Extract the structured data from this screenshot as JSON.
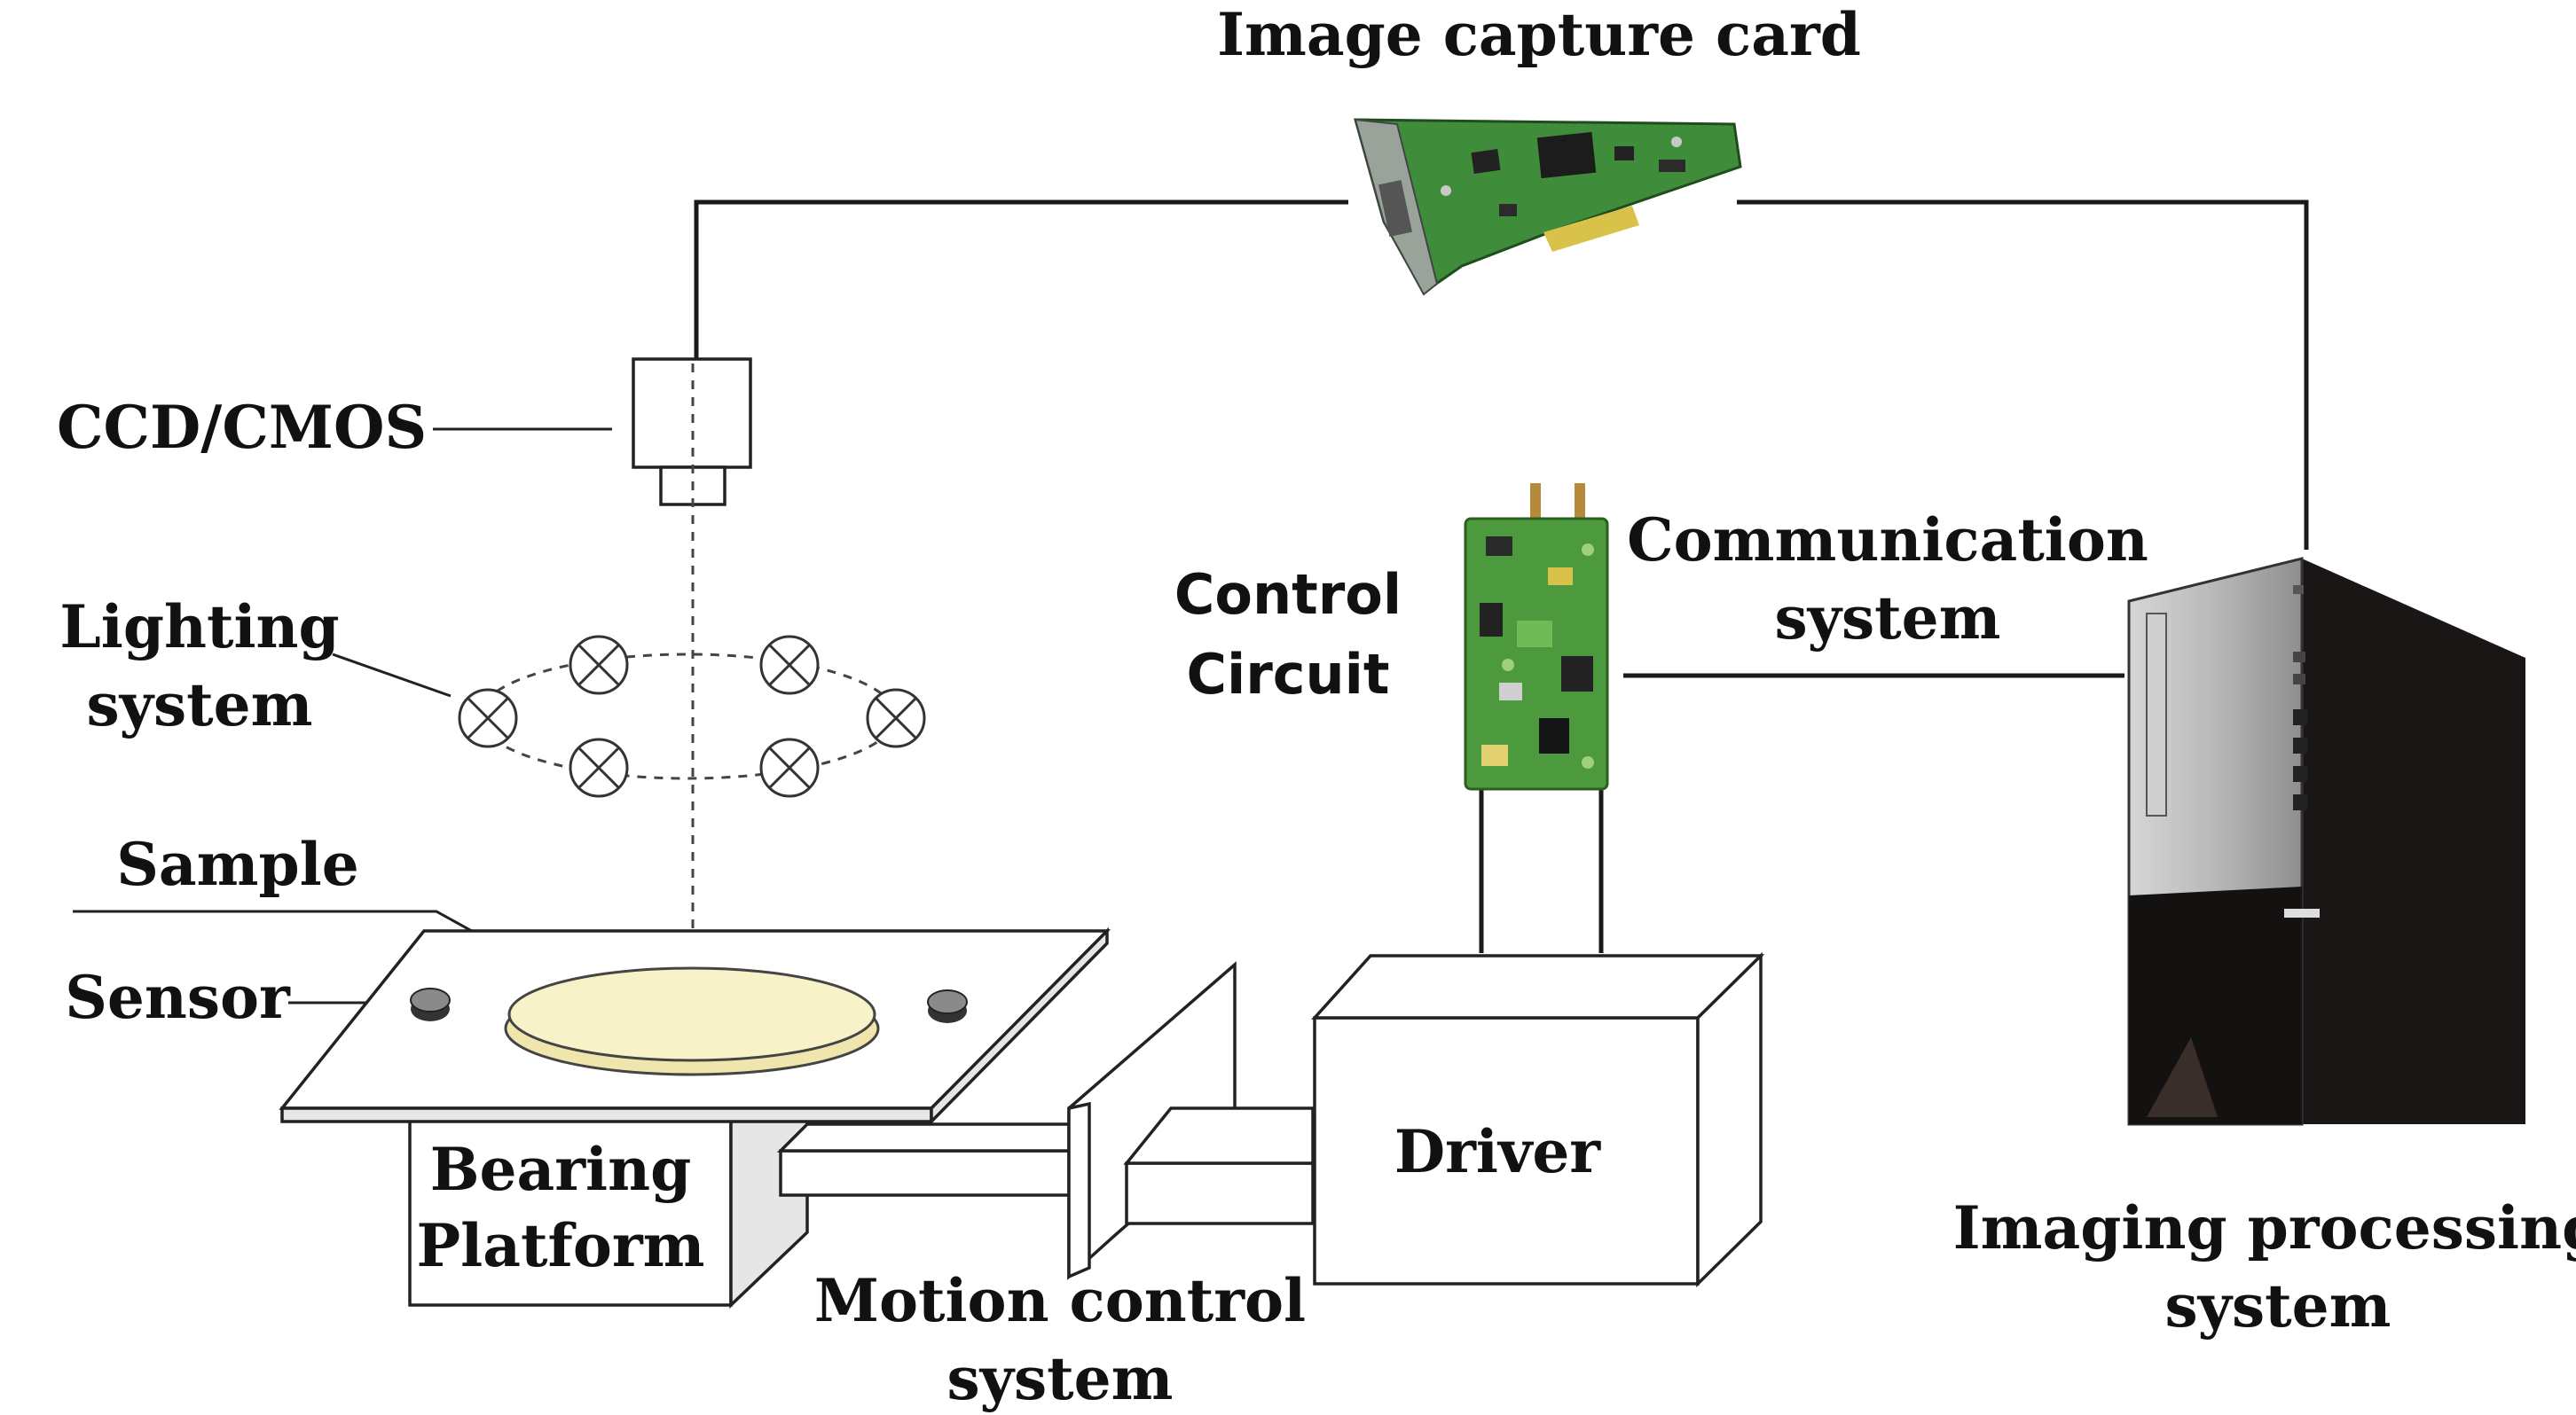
{
  "title": "Machine vision inspection system schematic",
  "labels": {
    "capture_card": "Image capture card",
    "camera": "CCD/CMOS",
    "lighting_1": "Lighting",
    "lighting_2": "system",
    "sample": "Sample",
    "sensor": "Sensor",
    "bearing_1": "Bearing",
    "bearing_2": "Platform",
    "motion_1": "Motion control",
    "motion_2": "system",
    "control_1": "Control",
    "control_2": "Circuit",
    "comm_1": "Communication",
    "comm_2": "system",
    "driver": "Driver",
    "imaging_1": "Imaging processing",
    "imaging_2": "system"
  },
  "icons": {
    "capture_card": "pci-card-icon",
    "control_circuit": "circuit-board-icon",
    "computer": "pc-tower-icon",
    "lamp": "lamp-cross-icon"
  },
  "colors": {
    "line": "#1a1a1a",
    "board_green": "#3f8d3a",
    "sample_fill": "#f7f2c8",
    "tower_dark": "#1b1616",
    "tower_silver": "#b9b9b9"
  }
}
